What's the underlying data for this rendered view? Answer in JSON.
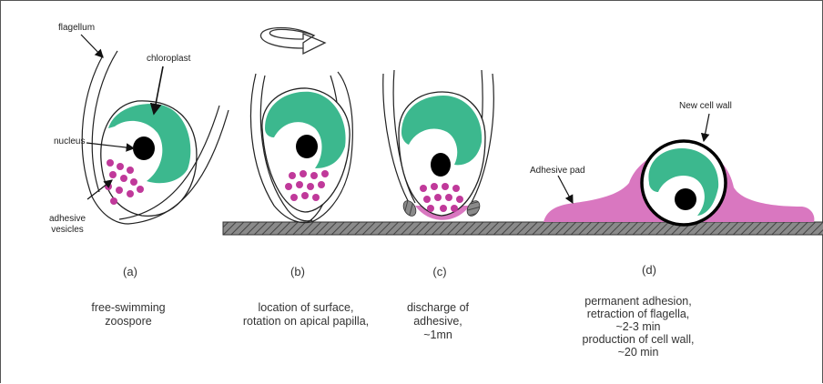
{
  "labels": {
    "flagellum": "flagellum",
    "chloroplast": "chloroplast",
    "nucleus": "nucleus",
    "adhesive_vesicles": [
      "adhesive",
      "vesicles"
    ],
    "new_cell_wall": "New cell wall",
    "adhesive_pad": "Adhesive pad"
  },
  "stages": [
    {
      "letter": "(a)",
      "lines": [
        "free-swimming",
        "zoospore"
      ]
    },
    {
      "letter": "(b)",
      "lines": [
        "location of surface,",
        "rotation on apical papilla,"
      ]
    },
    {
      "letter": "(c)",
      "lines": [
        "discharge of",
        "adhesive,",
        "~1mn"
      ]
    },
    {
      "letter": "(d)",
      "lines": [
        "permanent adhesion,",
        "retraction of flagella,",
        "~2-3 min",
        "production of cell wall,",
        "~20 min"
      ]
    }
  ],
  "colors": {
    "chloroplast": "#3cb88e",
    "vesicles": "#c0399a",
    "adhesive": "#d977c0",
    "surface": "#6a6a6a"
  }
}
